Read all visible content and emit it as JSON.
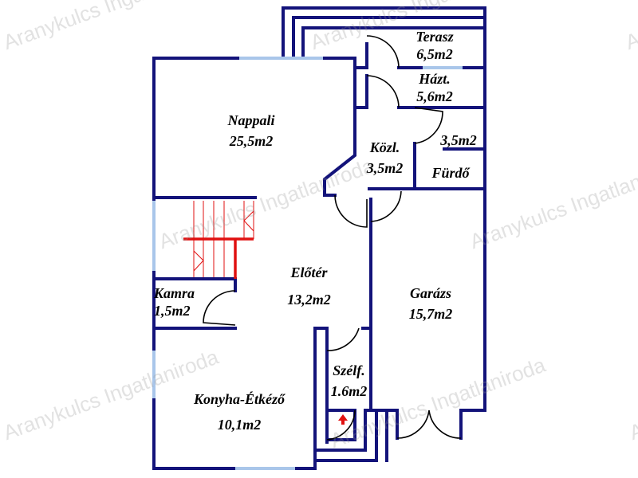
{
  "watermark": "Aranykulcs Ingatlaniroda",
  "rooms": [
    {
      "name": "Terasz",
      "area": "6,5m2"
    },
    {
      "name": "Házt.",
      "area": "5,6m2"
    },
    {
      "name": "Nappali",
      "area": "25,5m2"
    },
    {
      "name": "Közl.",
      "area": "3,5m2"
    },
    {
      "name": "Fürdő",
      "area": "3,5m2"
    },
    {
      "name": "Előtér",
      "area": "13,2m2"
    },
    {
      "name": "Kamra",
      "area": "1,5m2"
    },
    {
      "name": "Garázs",
      "area": "15,7m2"
    },
    {
      "name": "Szélf.",
      "area": "1.6m2"
    },
    {
      "name": "Konyha-Étkéző",
      "area": "10,1m2"
    }
  ],
  "colors": {
    "wall": "#13137a",
    "window": "#a9c6ea",
    "stairs": "#e01010"
  }
}
